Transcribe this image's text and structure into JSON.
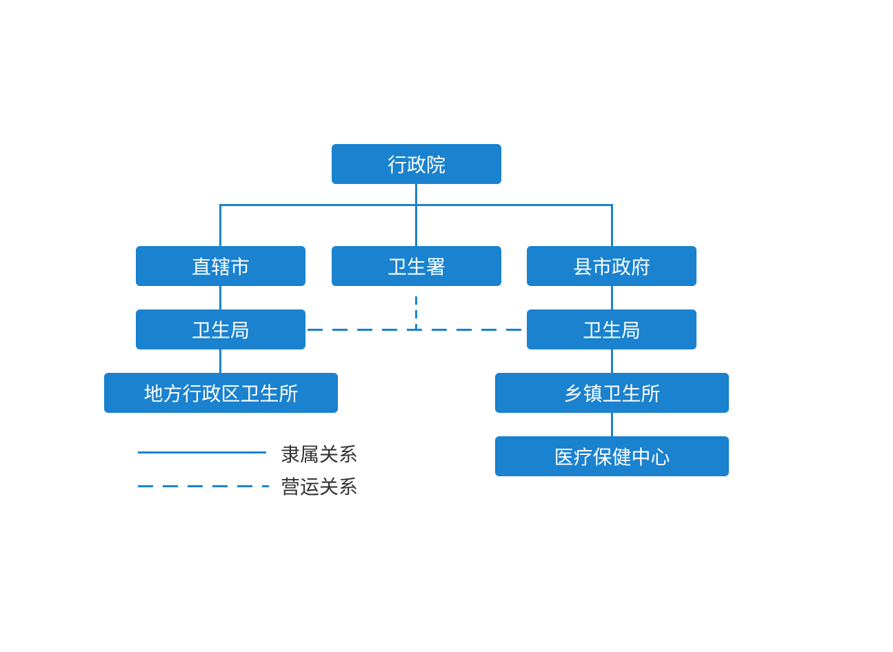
{
  "nodes": {
    "admin_yuan": "行政院",
    "municipality": "直辖市",
    "health_dept": "卫生署",
    "county_gov": "县市政府",
    "municipal_health_bureau": "卫生局",
    "county_health_bureau": "卫生局",
    "district_health_station": "地方行政区卫生所",
    "township_health_station": "乡镇卫生所",
    "medical_health_center": "医疗保健中心"
  },
  "legend": {
    "solid_label": "隶属关系",
    "dashed_label": "营运关系"
  },
  "colors": {
    "node_fill": "#1a82cf",
    "node_text": "#ffffff",
    "connector": "#1a82cf",
    "legend_text": "#333333"
  }
}
